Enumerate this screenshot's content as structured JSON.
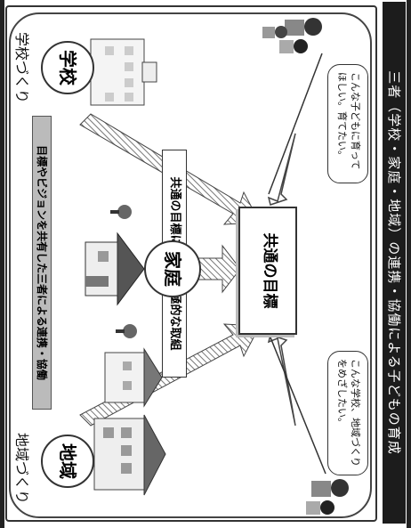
{
  "title": "三者（学校・家庭・地域）の連携・協働による子どもの育成",
  "goal": "共通の目標",
  "effort": "共通の目標に向けた積極的な取組",
  "vision": "目標やビジョンを共有した三者による連携・協働",
  "school": {
    "label": "学校",
    "caption": "学校づくり",
    "bubble": "こんな子どもに育ってほしい。育てたい。"
  },
  "home": {
    "label": "家庭"
  },
  "community": {
    "label": "地域",
    "caption": "地域づくり",
    "bubble": "こんな学校、地域づくりをめざしたい。"
  }
}
